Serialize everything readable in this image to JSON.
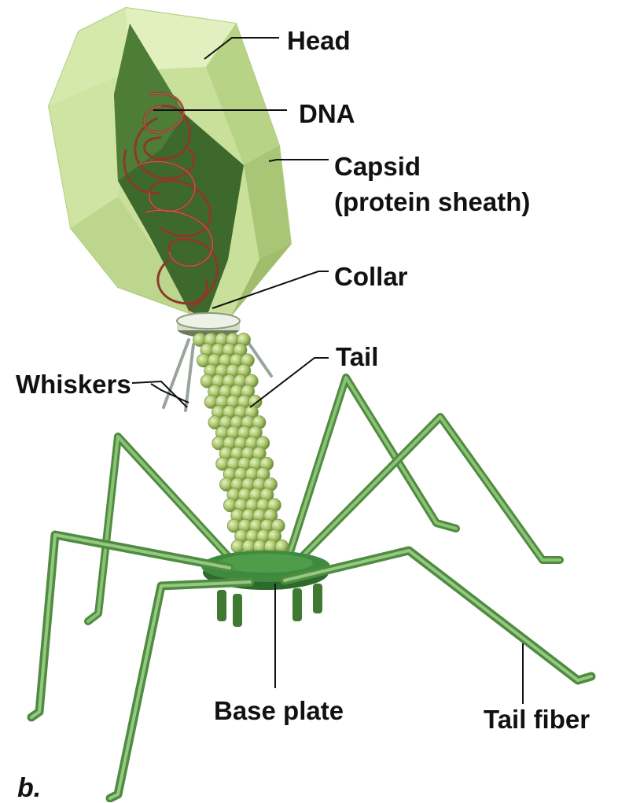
{
  "labels": {
    "head": "Head",
    "dna": "DNA",
    "capsid_line1": "Capsid",
    "capsid_line2": "(protein sheath)",
    "collar": "Collar",
    "tail": "Tail",
    "whiskers": "Whiskers",
    "base_plate": "Base plate",
    "tail_fiber": "Tail fiber",
    "panel": "b."
  },
  "colors": {
    "capsid_light": "#d9ebb0",
    "capsid_mid": "#bcd98c",
    "capsid_dark": "#a6c472",
    "capsid_interior": "#3f6a2e",
    "dna": "#8a3a28",
    "tail_bead": "#a9c56a",
    "fiber": "#5f9a4a",
    "fiber_dark": "#3f7a33",
    "base_plate": "#2f6b2f",
    "leader_line": "#111111"
  },
  "icons": [
    "bacteriophage-illustration"
  ]
}
